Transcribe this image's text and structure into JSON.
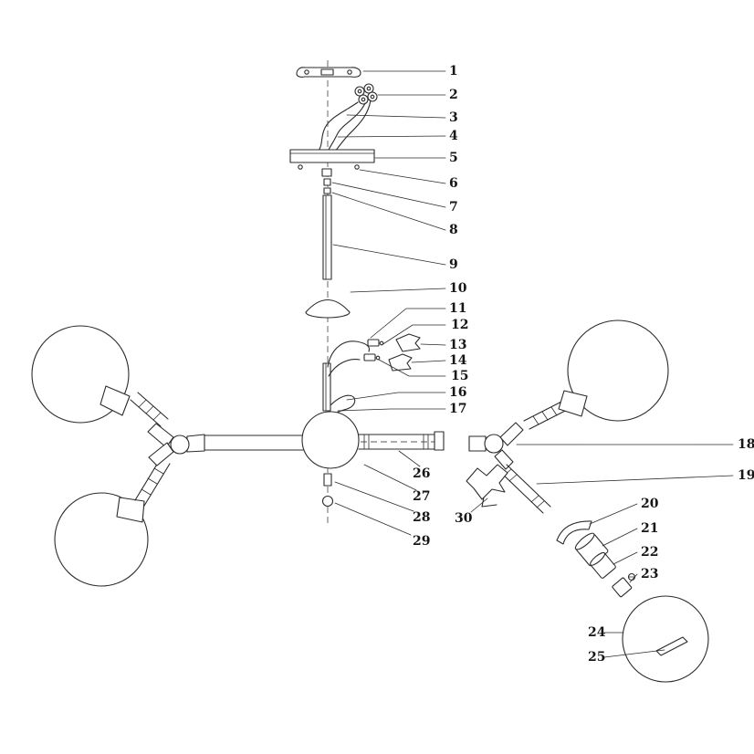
{
  "labels": [
    "1",
    "2",
    "3",
    "4",
    "5",
    "6",
    "7",
    "8",
    "9",
    "10",
    "11",
    "12",
    "13",
    "14",
    "15",
    "16",
    "17",
    "18",
    "19",
    "20",
    "21",
    "22",
    "23",
    "24",
    "25",
    "26",
    "27",
    "28",
    "29",
    "30"
  ],
  "colors": {
    "line": "#2b2b2b",
    "background": "#ffffff"
  }
}
